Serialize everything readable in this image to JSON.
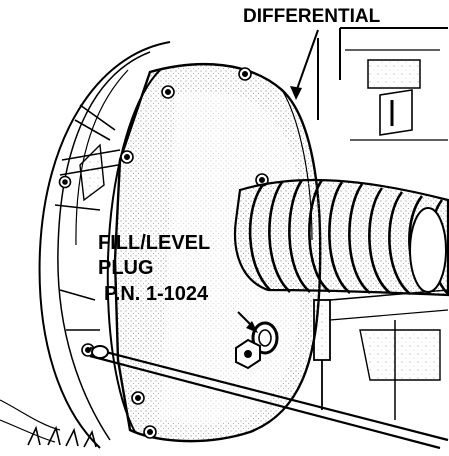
{
  "labels": {
    "differential": "DIFFERENTIAL",
    "fill_level_line1": "FILL/LEVEL",
    "fill_level_line2": "PLUG",
    "part_number": "P.N. 1-1024"
  },
  "colors": {
    "ink": "#000000",
    "paper": "#ffffff",
    "stipple": "#6a6a6a"
  }
}
